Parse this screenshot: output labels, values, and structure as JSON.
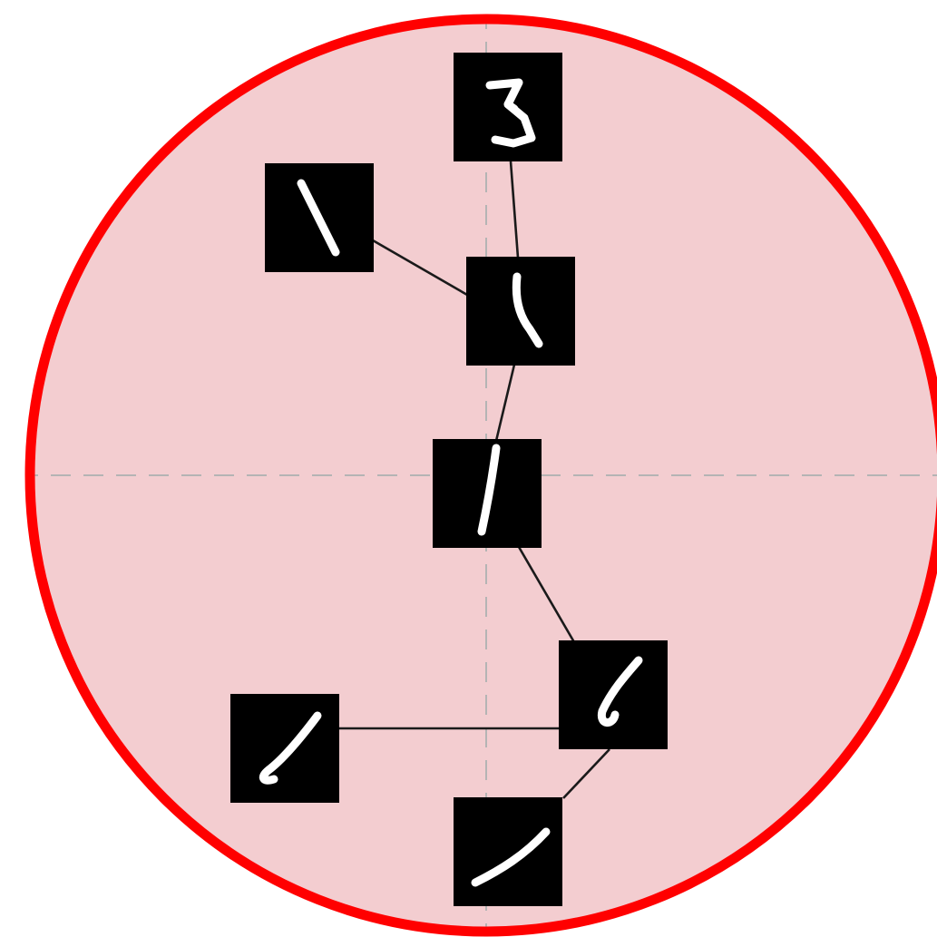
{
  "colors": {
    "page_background": "#ffffff",
    "disk_fill": "#f3cdd0",
    "disk_border": "#ff0000",
    "axis_dash": "#b4b4b4",
    "edge": "#1a1a1a",
    "tile_background": "#000000",
    "digit_stroke": "#ffffff"
  },
  "axes": {
    "style": "dashed",
    "count": 2
  },
  "nodes": [
    {
      "id": "node-top",
      "digit": "3"
    },
    {
      "id": "node-upper-left",
      "digit": "1"
    },
    {
      "id": "node-upper-center",
      "digit": "1"
    },
    {
      "id": "node-center",
      "digit": "1"
    },
    {
      "id": "node-lower-right",
      "digit": "1"
    },
    {
      "id": "node-lower-left",
      "digit": "1"
    },
    {
      "id": "node-bottom",
      "digit": "1"
    }
  ],
  "edges": [
    [
      "node-top",
      "node-upper-center"
    ],
    [
      "node-upper-left",
      "node-upper-center"
    ],
    [
      "node-upper-center",
      "node-center"
    ],
    [
      "node-center",
      "node-lower-right"
    ],
    [
      "node-lower-right",
      "node-lower-left"
    ],
    [
      "node-lower-right",
      "node-bottom"
    ]
  ]
}
